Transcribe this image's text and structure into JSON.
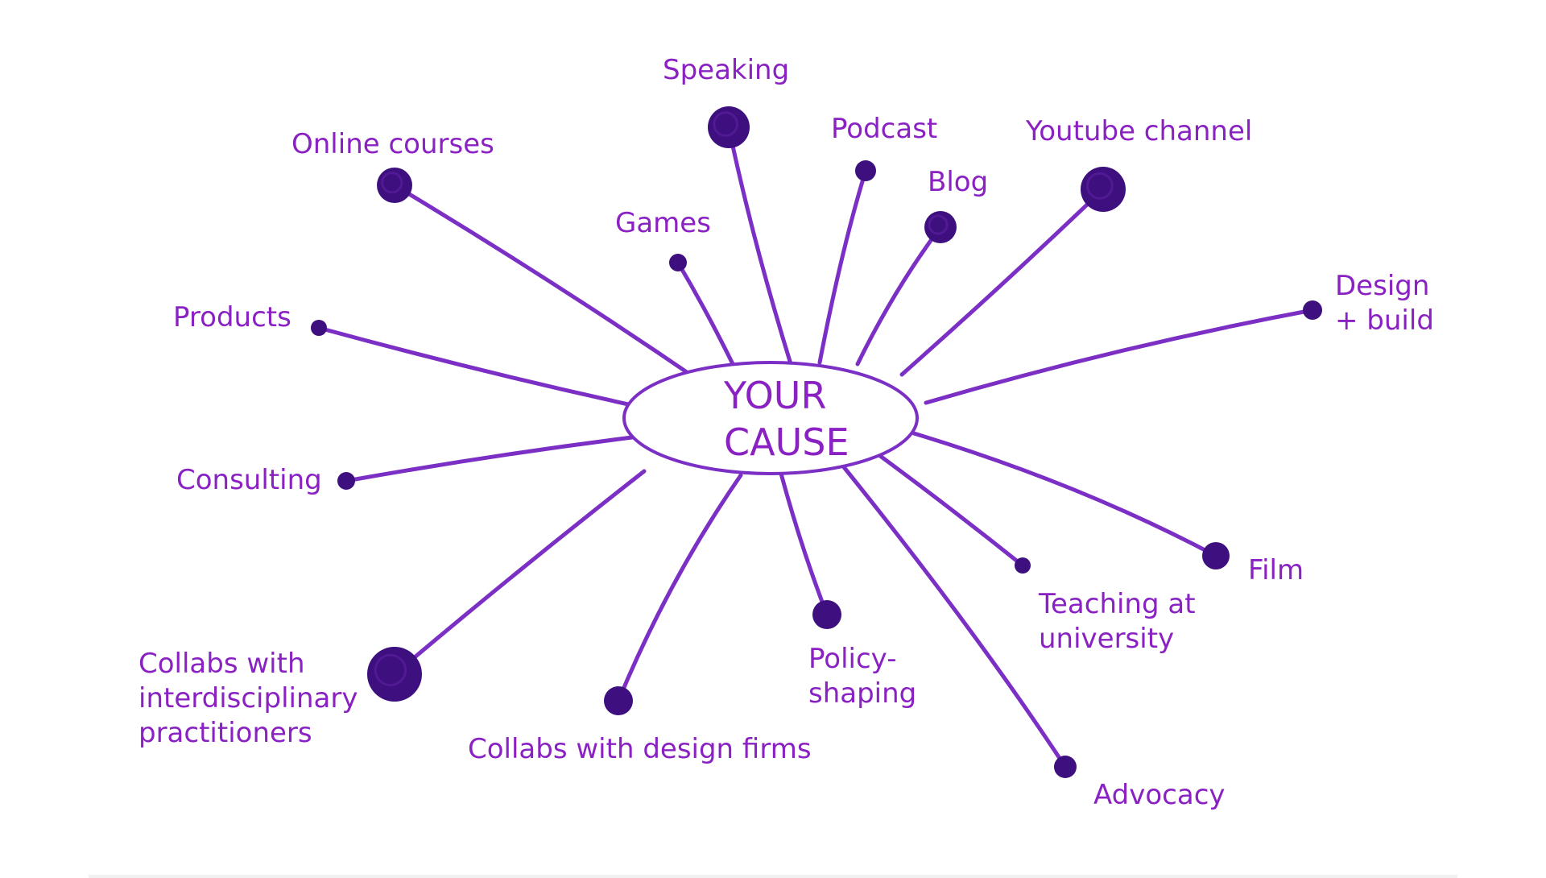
{
  "colors": {
    "text": "#8a21c2",
    "stroke": "#7b2fc4",
    "dot": "#3e0f7e",
    "ellipse_fill": "#ffffff"
  },
  "center": {
    "label": "YOUR\nCAUSE"
  },
  "nodes": [
    {
      "id": "speaking",
      "label": "Speaking"
    },
    {
      "id": "online-courses",
      "label": "Online courses"
    },
    {
      "id": "podcast",
      "label": "Podcast"
    },
    {
      "id": "youtube",
      "label": "Youtube channel"
    },
    {
      "id": "blog",
      "label": "Blog"
    },
    {
      "id": "games",
      "label": "Games"
    },
    {
      "id": "design-build",
      "label": "Design\n+ build"
    },
    {
      "id": "products",
      "label": "Products"
    },
    {
      "id": "consulting",
      "label": "Consulting"
    },
    {
      "id": "film",
      "label": "Film"
    },
    {
      "id": "teaching",
      "label": "Teaching at\nuniversity"
    },
    {
      "id": "collabs-interdisciplinary",
      "label": "Collabs with\ninterdisciplinary\npractitioners"
    },
    {
      "id": "policy",
      "label": "Policy-\nshaping"
    },
    {
      "id": "collabs-design",
      "label": "Collabs with design firms"
    },
    {
      "id": "advocacy",
      "label": "Advocacy"
    }
  ]
}
